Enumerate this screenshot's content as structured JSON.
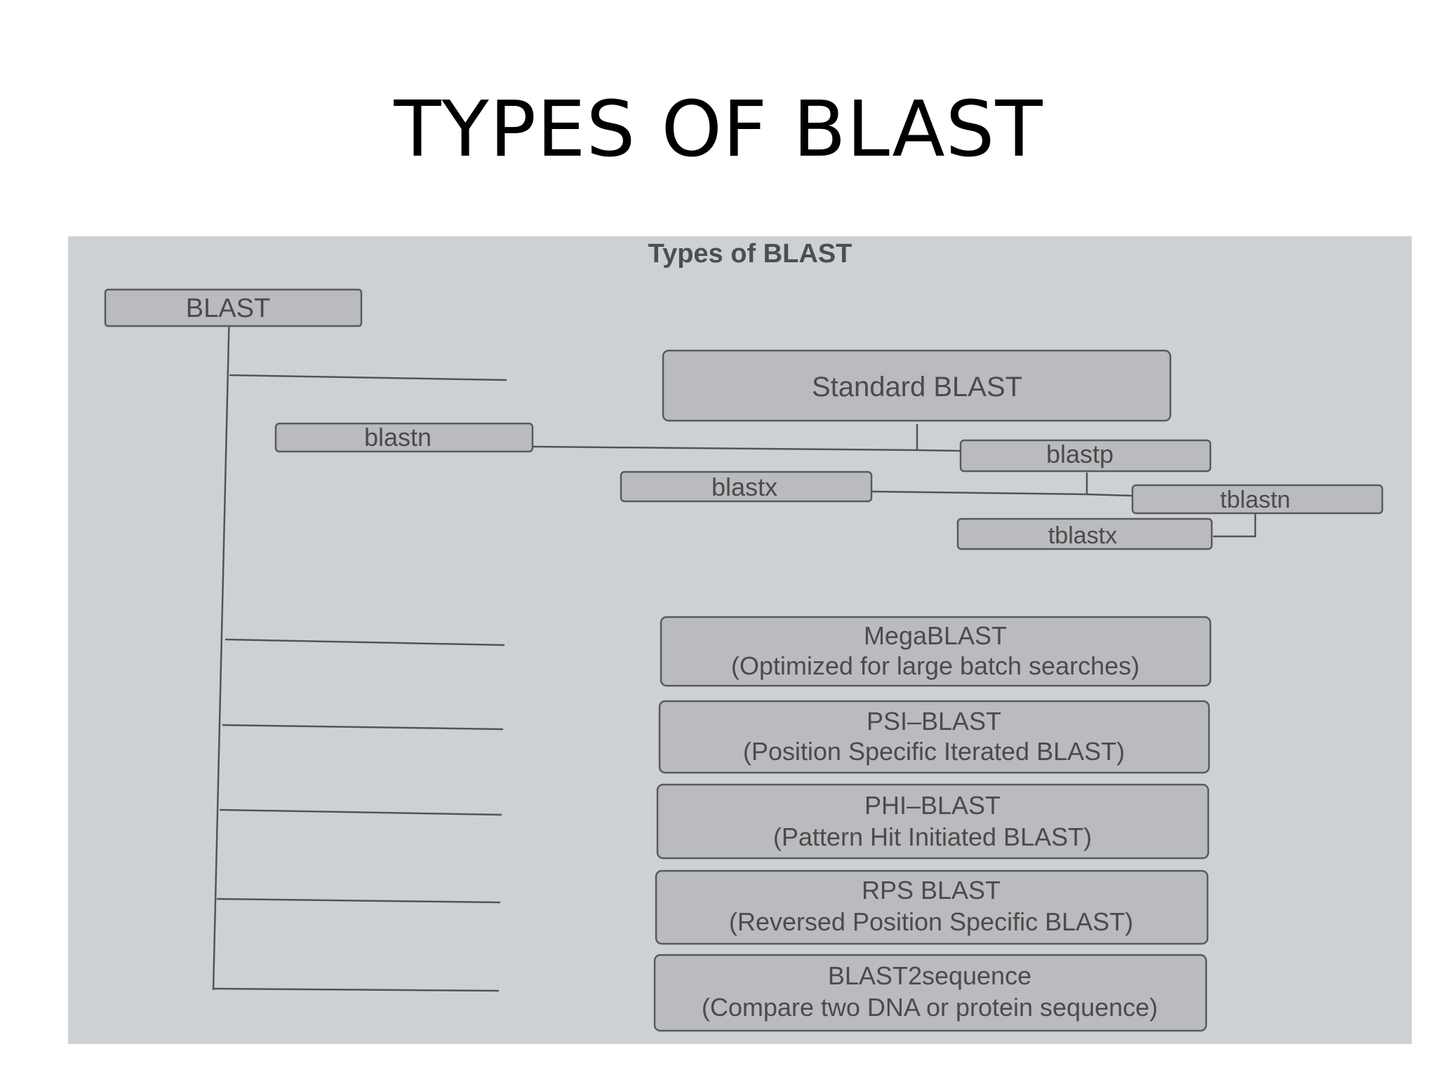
{
  "slide_title": "TYPES OF BLAST",
  "diagram": {
    "header": "Types of BLAST",
    "root": "BLAST",
    "standard": "Standard BLAST",
    "blastn": "blastn",
    "blastp": "blastp",
    "blastx": "blastx",
    "tblastn": "tblastn",
    "tblastx": "tblastx",
    "mega": {
      "name": "MegaBLAST",
      "desc": "(Optimized for large batch searches)"
    },
    "psi": {
      "name": "PSI–BLAST",
      "desc": "(Position Specific Iterated BLAST)"
    },
    "phi": {
      "name": "PHI–BLAST",
      "desc": "(Pattern Hit Initiated BLAST)"
    },
    "rps": {
      "name": "RPS BLAST",
      "desc": "(Reversed Position Specific BLAST)"
    },
    "b2s": {
      "name": "BLAST2sequence",
      "desc": "(Compare two DNA or protein sequence)"
    }
  },
  "colors": {
    "paper": "#ced1d4",
    "box_fill": "#b9bbbe",
    "line": "#545454",
    "text": "#4b4b4b"
  }
}
